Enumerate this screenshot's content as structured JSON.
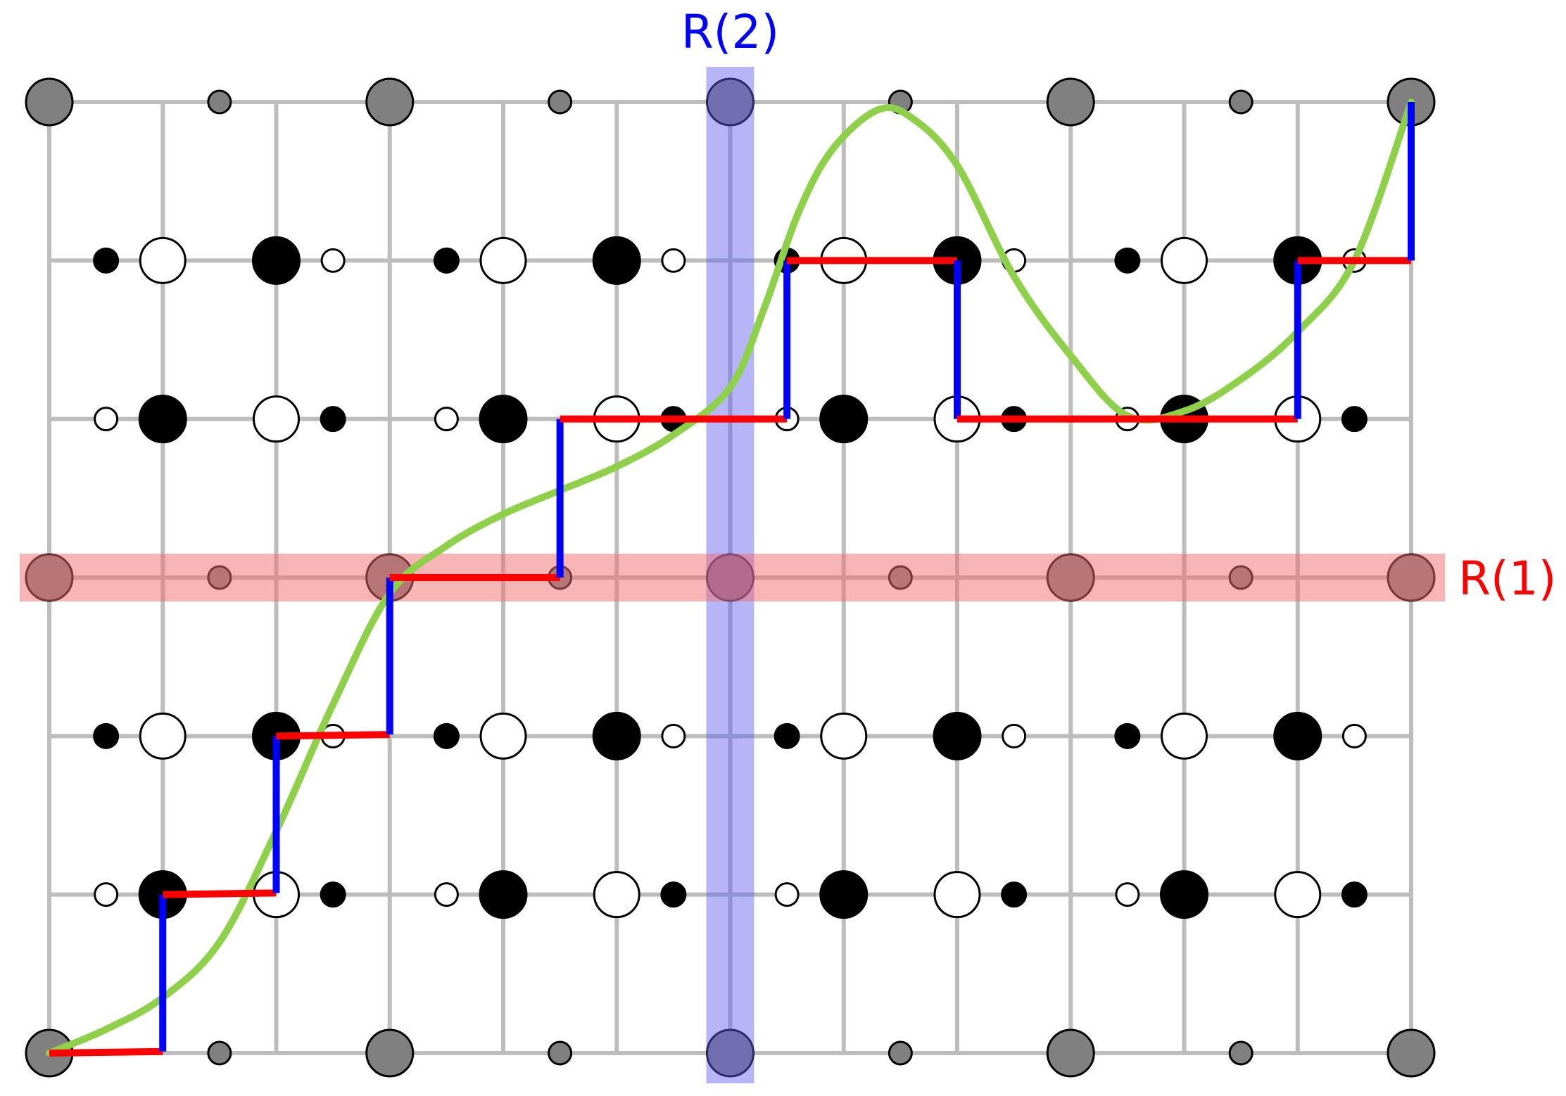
{
  "labels": {
    "column_highlight": "R(2)",
    "row_highlight": "R(1)"
  },
  "colors": {
    "grid": "#bdbdbd",
    "gray_node": "#808080",
    "black_node": "#000000",
    "white_node": "#ffffff",
    "column_band": "#5a5af0",
    "row_band": "#f06a6a",
    "curve": "#8fd04a",
    "path_horizontal": "#ff0000",
    "path_vertical": "#0000ff"
  },
  "grid": {
    "columns": 13,
    "rows": 7,
    "highlight_column": 6,
    "highlight_row": 3
  },
  "node_rows": [
    {
      "pattern": "gray",
      "nodes": [
        [
          0,
          "gray",
          "large"
        ],
        [
          1.5,
          "gray",
          "small"
        ],
        [
          3,
          "gray",
          "large"
        ],
        [
          4.5,
          "gray",
          "small"
        ],
        [
          6,
          "gray",
          "large"
        ],
        [
          7.5,
          "gray",
          "small"
        ],
        [
          9,
          "gray",
          "large"
        ],
        [
          10.5,
          "gray",
          "small"
        ],
        [
          12,
          "gray",
          "large"
        ]
      ]
    },
    {
      "pattern": "A",
      "nodes": [
        [
          0.5,
          "black",
          "small"
        ],
        [
          1,
          "white",
          "large"
        ],
        [
          2,
          "black",
          "large"
        ],
        [
          2.5,
          "white",
          "small"
        ],
        [
          3.5,
          "black",
          "small"
        ],
        [
          4,
          "white",
          "large"
        ],
        [
          5,
          "black",
          "large"
        ],
        [
          5.5,
          "white",
          "small"
        ],
        [
          6.5,
          "black",
          "small"
        ],
        [
          7,
          "white",
          "large"
        ],
        [
          8,
          "black",
          "large"
        ],
        [
          8.5,
          "white",
          "small"
        ],
        [
          9.5,
          "black",
          "small"
        ],
        [
          10,
          "white",
          "large"
        ],
        [
          11,
          "black",
          "large"
        ],
        [
          11.5,
          "white",
          "small"
        ]
      ]
    },
    {
      "pattern": "B",
      "nodes": [
        [
          0.5,
          "white",
          "small"
        ],
        [
          1,
          "black",
          "large"
        ],
        [
          2,
          "white",
          "large"
        ],
        [
          2.5,
          "black",
          "small"
        ],
        [
          3.5,
          "white",
          "small"
        ],
        [
          4,
          "black",
          "large"
        ],
        [
          5,
          "white",
          "large"
        ],
        [
          5.5,
          "black",
          "small"
        ],
        [
          6.5,
          "white",
          "small"
        ],
        [
          7,
          "black",
          "large"
        ],
        [
          8,
          "white",
          "large"
        ],
        [
          8.5,
          "black",
          "small"
        ],
        [
          9.5,
          "white",
          "small"
        ],
        [
          10,
          "black",
          "large"
        ],
        [
          11,
          "white",
          "large"
        ],
        [
          11.5,
          "black",
          "small"
        ]
      ]
    },
    {
      "pattern": "gray",
      "nodes": [
        [
          0,
          "gray",
          "large"
        ],
        [
          1.5,
          "gray",
          "small"
        ],
        [
          3,
          "gray",
          "large"
        ],
        [
          4.5,
          "gray",
          "small"
        ],
        [
          6,
          "gray",
          "large"
        ],
        [
          7.5,
          "gray",
          "small"
        ],
        [
          9,
          "gray",
          "large"
        ],
        [
          10.5,
          "gray",
          "small"
        ],
        [
          12,
          "gray",
          "large"
        ]
      ]
    },
    {
      "pattern": "A",
      "nodes": [
        [
          0.5,
          "black",
          "small"
        ],
        [
          1,
          "white",
          "large"
        ],
        [
          2,
          "black",
          "large"
        ],
        [
          2.5,
          "white",
          "small"
        ],
        [
          3.5,
          "black",
          "small"
        ],
        [
          4,
          "white",
          "large"
        ],
        [
          5,
          "black",
          "large"
        ],
        [
          5.5,
          "white",
          "small"
        ],
        [
          6.5,
          "black",
          "small"
        ],
        [
          7,
          "white",
          "large"
        ],
        [
          8,
          "black",
          "large"
        ],
        [
          8.5,
          "white",
          "small"
        ],
        [
          9.5,
          "black",
          "small"
        ],
        [
          10,
          "white",
          "large"
        ],
        [
          11,
          "black",
          "large"
        ],
        [
          11.5,
          "white",
          "small"
        ]
      ]
    },
    {
      "pattern": "B",
      "nodes": [
        [
          0.5,
          "white",
          "small"
        ],
        [
          1,
          "black",
          "large"
        ],
        [
          2,
          "white",
          "large"
        ],
        [
          2.5,
          "black",
          "small"
        ],
        [
          3.5,
          "white",
          "small"
        ],
        [
          4,
          "black",
          "large"
        ],
        [
          5,
          "white",
          "large"
        ],
        [
          5.5,
          "black",
          "small"
        ],
        [
          6.5,
          "white",
          "small"
        ],
        [
          7,
          "black",
          "large"
        ],
        [
          8,
          "white",
          "large"
        ],
        [
          8.5,
          "black",
          "small"
        ],
        [
          9.5,
          "white",
          "small"
        ],
        [
          10,
          "black",
          "large"
        ],
        [
          11,
          "white",
          "large"
        ],
        [
          11.5,
          "black",
          "small"
        ]
      ]
    },
    {
      "pattern": "gray",
      "nodes": [
        [
          0,
          "gray",
          "large"
        ],
        [
          1.5,
          "gray",
          "small"
        ],
        [
          3,
          "gray",
          "large"
        ],
        [
          4.5,
          "gray",
          "small"
        ],
        [
          6,
          "gray",
          "large"
        ],
        [
          7.5,
          "gray",
          "small"
        ],
        [
          9,
          "gray",
          "large"
        ],
        [
          10.5,
          "gray",
          "small"
        ],
        [
          12,
          "gray",
          "large"
        ]
      ]
    }
  ],
  "curve_points": [
    [
      0,
      0
    ],
    [
      0.5,
      0.15
    ],
    [
      1,
      0.35
    ],
    [
      1.5,
      0.7
    ],
    [
      2,
      1.4
    ],
    [
      2.5,
      2.2
    ],
    [
      3,
      2.9
    ],
    [
      3.5,
      3.2
    ],
    [
      4,
      3.4
    ],
    [
      4.5,
      3.55
    ],
    [
      5,
      3.7
    ],
    [
      5.5,
      3.9
    ],
    [
      6,
      4.2
    ],
    [
      6.3,
      4.7
    ],
    [
      6.6,
      5.3
    ],
    [
      6.9,
      5.7
    ],
    [
      7.3,
      5.95
    ],
    [
      7.6,
      5.9
    ],
    [
      8,
      5.6
    ],
    [
      8.5,
      4.9
    ],
    [
      9,
      4.4
    ],
    [
      9.5,
      4.02
    ],
    [
      10,
      4.05
    ],
    [
      10.5,
      4.25
    ],
    [
      11,
      4.55
    ],
    [
      11.5,
      5.0
    ],
    [
      12,
      6.0
    ]
  ],
  "path_points": [
    [
      0,
      0
    ],
    [
      1,
      0.01
    ],
    [
      1,
      1
    ],
    [
      2,
      1.01
    ],
    [
      2,
      2
    ],
    [
      3,
      2.01
    ],
    [
      3,
      3
    ],
    [
      4.5,
      3.0
    ],
    [
      4.5,
      4
    ],
    [
      6.5,
      4.0
    ],
    [
      6.5,
      5
    ],
    [
      8,
      5.0
    ],
    [
      8,
      4
    ],
    [
      11,
      4.0
    ],
    [
      11,
      5
    ],
    [
      12,
      5.0
    ],
    [
      12,
      6
    ]
  ]
}
